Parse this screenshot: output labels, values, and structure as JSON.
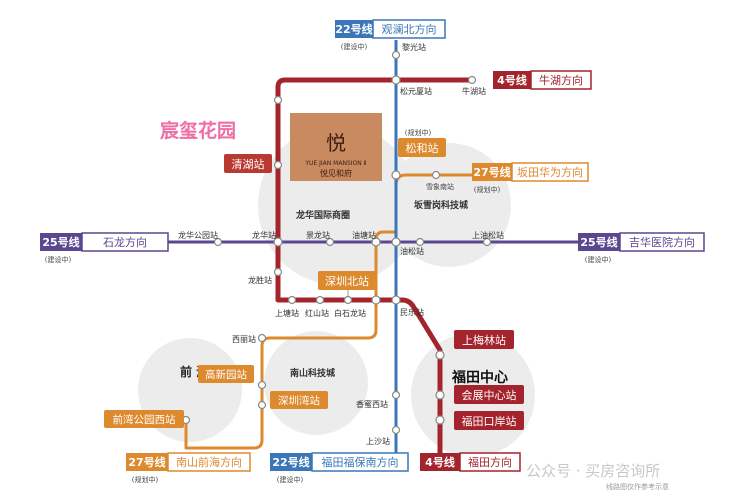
{
  "colors": {
    "line22": "#3a76b8",
    "line4": "#a3242c",
    "line25": "#5b4690",
    "line27": "#dd8a2f",
    "line_red": "#b83a33",
    "circle": "#ececec",
    "pink_title": "#ee6fa6",
    "brand_box": "#c98a60"
  },
  "badges": {
    "l22_north": {
      "num": "22号线",
      "dir": "观澜北方向",
      "note": "(建设中)"
    },
    "l4_north": {
      "num": "4号线",
      "dir": "牛湖方向"
    },
    "l27_east": {
      "num": "27号线",
      "dir": "坂田华为方向",
      "note": "(规划中)"
    },
    "l25_west": {
      "num": "25号线",
      "dir": "石龙方向",
      "note": "(建设中)"
    },
    "l25_east": {
      "num": "25号线",
      "dir": "吉华医院方向",
      "note": "(建设中)"
    },
    "l27_south": {
      "num": "27号线",
      "dir": "南山前海方向",
      "note": "(规划中)"
    },
    "l22_south": {
      "num": "22号线",
      "dir": "福田福保南方向",
      "note": "(建设中)"
    },
    "l4_south": {
      "num": "4号线",
      "dir": "福田方向"
    }
  },
  "project": {
    "name": "宸玺花园",
    "brand_en": "YUE JIAN MANSION Ⅱ",
    "brand_cn": "悦见和府",
    "logo_char": "悦"
  },
  "areas": {
    "longhua": "龙华国际商圈",
    "bantian": "坂雪岗科技城",
    "nanshan": "南山科技城",
    "qianhai": "前 海",
    "futian": "福田中心"
  },
  "key_stations": {
    "qinghu": "清湖站",
    "songhe": "松和站",
    "songhe_note": "(规划中)",
    "shenzhenbei": "深圳北站",
    "gaoxinyuan": "高新园站",
    "shenzhenwan": "深圳湾站",
    "qianwan": "前湾公园西站",
    "shangmeilin": "上梅林站",
    "huizhan": "会展中心站",
    "futiankouan": "福田口岸站"
  },
  "stations": {
    "liguang": "黎光站",
    "songyuanxia": "松元厦站",
    "niuhu": "牛湖站",
    "xuexiangnan": "雪象南站",
    "xuexiangnan_note": "(规划中)",
    "longhuagongyuan": "龙华公园站",
    "longhua": "龙华站",
    "jinglong": "景龙站",
    "youtang": "油塘站",
    "yousong": "油松站",
    "shangyousong": "上油松站",
    "longsheng": "龙胜站",
    "shangtang": "上塘站",
    "hongshan": "红山站",
    "baishilong": "白石龙站",
    "minle": "民乐站",
    "xili": "西丽站",
    "xiangmihu": "香蜜西站",
    "shangsha": "上沙站"
  },
  "watermark": {
    "main": "公众号 · 买房咨询所",
    "sub": "线路图仅作参考示意"
  }
}
